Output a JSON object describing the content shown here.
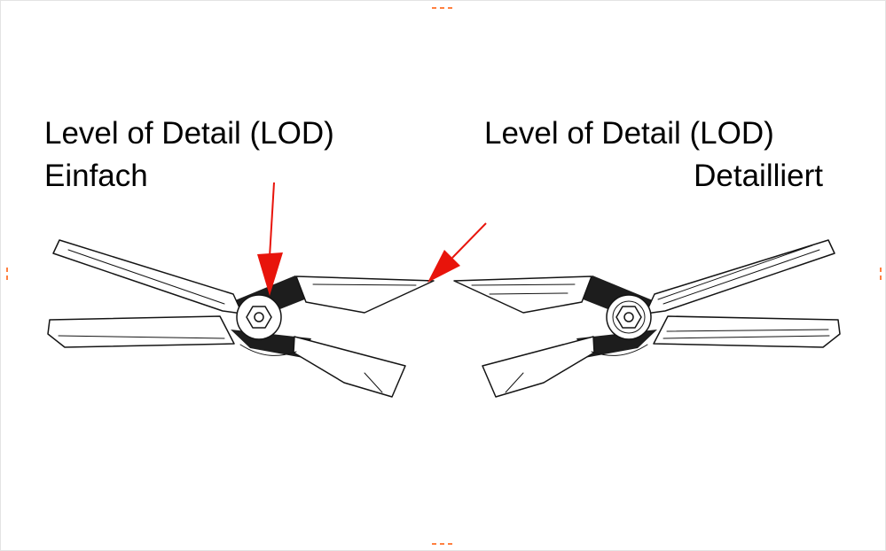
{
  "page": {
    "background": "#ffffff",
    "border_color": "#e3e3e3"
  },
  "annotations": {
    "left": {
      "title": "Level of Detail (LOD)",
      "subtitle": "Einfach"
    },
    "right": {
      "title": "Level of Detail (LOD)",
      "subtitle": "Detailliert"
    }
  },
  "figures": {
    "left_name": "side-cutter-pliers-simple-lod",
    "right_name": "side-cutter-pliers-detailed-lod"
  },
  "colors": {
    "arrow": "#e8140b",
    "line_art": "#141414",
    "dark_fill": "#1d1d1d",
    "crop_marks": "#ff8040",
    "text": "#000000"
  }
}
